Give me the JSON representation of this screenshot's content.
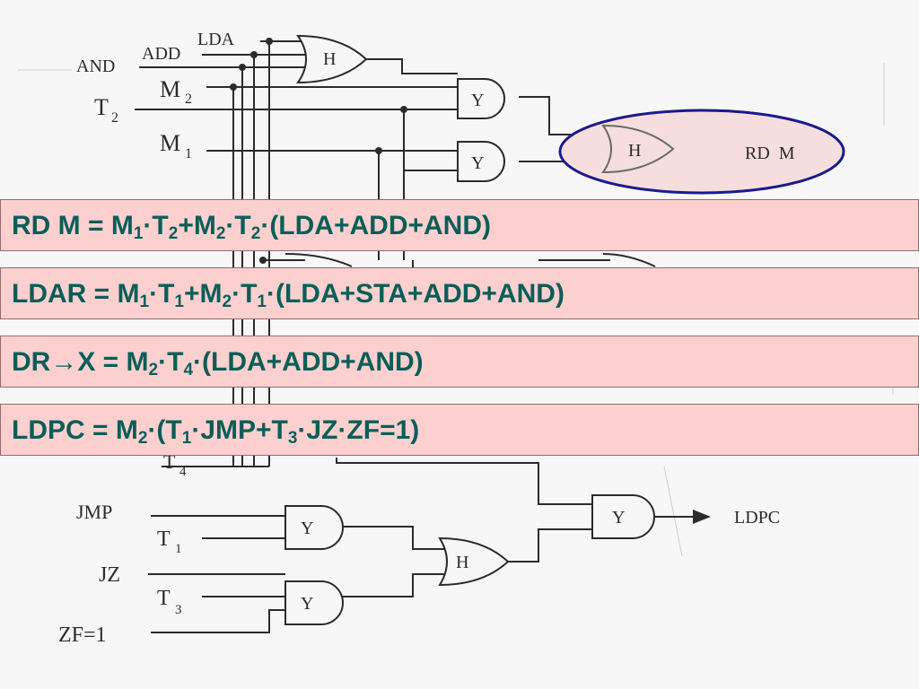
{
  "diagram": {
    "inputs_top": [
      "LDA",
      "ADD",
      "AND",
      "M",
      "2",
      "T",
      "2",
      "M",
      "1"
    ],
    "inputs_bottom": [
      "T",
      "4",
      "JMP",
      "T",
      "1",
      "JZ",
      "T",
      "3",
      "ZF=1"
    ],
    "gate_or": "H",
    "gate_and": "Y",
    "output_rdm": "RD  M",
    "output_ldpc": "LDPC"
  },
  "equations": [
    {
      "segments": [
        "RD M = M",
        "1",
        "·T",
        "2",
        "+M",
        "2",
        "·T",
        "2",
        "·(LDA+ADD+AND)"
      ]
    },
    {
      "segments": [
        "LDAR = M",
        "1",
        "·T",
        "1",
        "+M",
        "2",
        "·T",
        "1",
        "·(LDA+STA+ADD+AND)"
      ]
    },
    {
      "segments": [
        "DR→X = M",
        "2",
        "·T",
        "4",
        "·(LDA+ADD+AND)"
      ]
    },
    {
      "segments": [
        "LDPC = M",
        "2",
        "·(T",
        "1",
        "·JMP+T",
        "3",
        "·JZ·ZF=1)"
      ]
    }
  ],
  "colors": {
    "highlight_ellipse": "#1a1a8c",
    "equation_bg": "#fdd0d0",
    "equation_text": "#0a5e57"
  }
}
